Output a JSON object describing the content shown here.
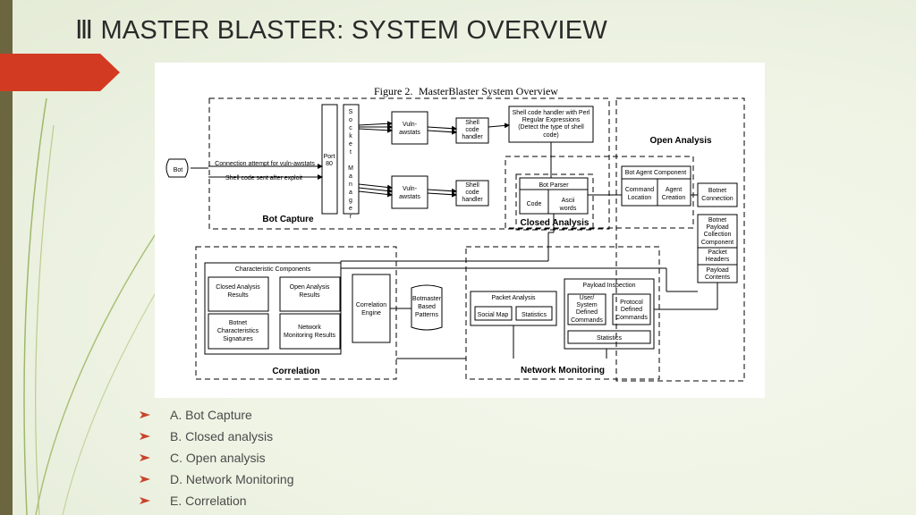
{
  "slide": {
    "title": "Ⅲ MASTER BLASTER: SYSTEM OVERVIEW",
    "bullets": [
      "A. Bot Capture",
      "B. Closed analysis",
      "C. Open analysis",
      "D. Network Monitoring",
      "E. Correlation"
    ]
  },
  "figure": {
    "caption_label": "Figure 2.",
    "caption_title": "MasterBlaster System Overview",
    "regions": {
      "bot_capture": "Bot Capture",
      "closed_analysis": "Closed Analysis",
      "open_analysis": "Open Analysis",
      "correlation": "Correlation",
      "network_monitoring": "Network Monitoring"
    },
    "nodes": {
      "bot": "Bot",
      "conn_attempt": "Connection attempt for vuln-awstats",
      "shellcode_sent": "Shell code sent after exploit",
      "port": [
        "Port",
        "80"
      ],
      "socket_manager": [
        "S",
        "o",
        "c",
        "k",
        "e",
        "t",
        "",
        "M",
        "a",
        "n",
        "a",
        "g",
        "e",
        "r"
      ],
      "vuln1": [
        "Vuln-",
        "awstats"
      ],
      "vuln2": [
        "Vuln-",
        "awstats"
      ],
      "shell1": [
        "Shell",
        "code",
        "handler"
      ],
      "shell2": [
        "Shell",
        "code",
        "handler"
      ],
      "perl": [
        "Shell code handler with Perl",
        "Regular Expressions",
        "(Detect the type of shell",
        "code)"
      ],
      "bot_parser": "Bot Parser",
      "code": "Code",
      "ascii": [
        "Ascii",
        "words"
      ],
      "bot_agent": "Bot Agent Component",
      "command_location": [
        "Command",
        "Location"
      ],
      "agent_creation": [
        "Agent",
        "Creation"
      ],
      "botnet_connection": [
        "Botnet",
        "Connection"
      ],
      "botnet_payload": [
        "Botnet",
        "Payload",
        "Collection",
        "Component"
      ],
      "packet_headers": [
        "Packet",
        "Headers"
      ],
      "payload_contents": [
        "Payload",
        "Contents"
      ],
      "char_components": "Characteristic Components",
      "closed_results": [
        "Closed Analysis",
        "Results"
      ],
      "open_results": [
        "Open Analysis",
        "Results"
      ],
      "botnet_char": [
        "Botnet",
        "Characteristics",
        "Signatures"
      ],
      "net_mon_results": [
        "Network",
        "Monitoring Results"
      ],
      "correlation_engine": [
        "Correlation",
        "Engine"
      ],
      "botmaster_patterns": [
        "Botmaster",
        "Based",
        "Patterns"
      ],
      "packet_analysis": "Packet Analysis",
      "social_map": "Social Map",
      "statistics1": "Statistics",
      "payload_inspection": "Payload Inspection",
      "user_system": [
        "User/",
        "System",
        "Defined",
        "Commands"
      ],
      "protocol_defined": [
        "Protocol",
        "Defined",
        "Commands"
      ],
      "statistics2": "Statistics"
    }
  }
}
